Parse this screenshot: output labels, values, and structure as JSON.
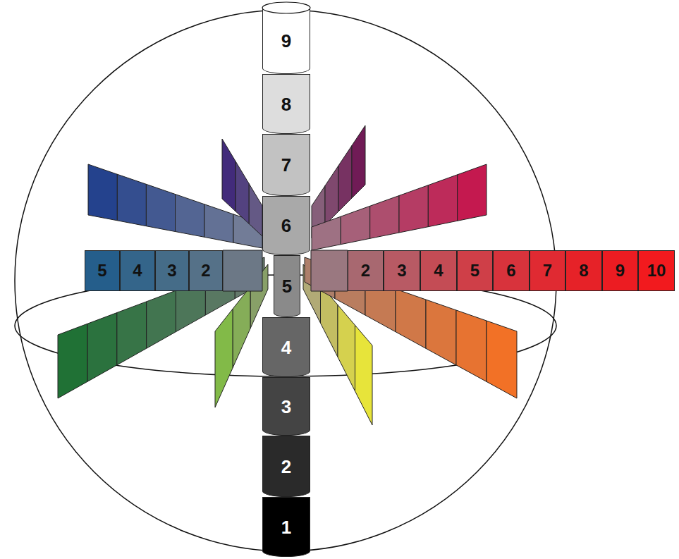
{
  "diagram": {
    "nodes": [
      {
        "text": [
          "9"
        ]
      },
      {
        "text": [
          "8"
        ]
      },
      {
        "text": [
          "7"
        ]
      },
      {
        "text": [
          "6"
        ]
      },
      {
        "text": [
          "5"
        ]
      },
      {
        "text": [
          "4"
        ]
      },
      {
        "text": [
          "3"
        ]
      },
      {
        "text": [
          "2"
        ]
      },
      {
        "text": [
          "5"
        ]
      },
      {
        "text": [
          "2"
        ]
      },
      {
        "text": [
          "3"
        ]
      },
      {
        "text": [
          "4"
        ]
      },
      {
        "text": [
          "5"
        ]
      },
      {
        "text": [
          "6"
        ]
      },
      {
        "text": [
          "7"
        ]
      },
      {
        "text": [
          "8"
        ]
      },
      {
        "text": [
          "9"
        ]
      },
      {
        "text": [
          "10"
        ]
      },
      {
        "text": [
          "4"
        ]
      },
      {
        "text": [
          "3"
        ]
      },
      {
        "text": [
          "2"
        ]
      },
      {
        "text": [
          "1"
        ]
      }
    ]
  }
}
